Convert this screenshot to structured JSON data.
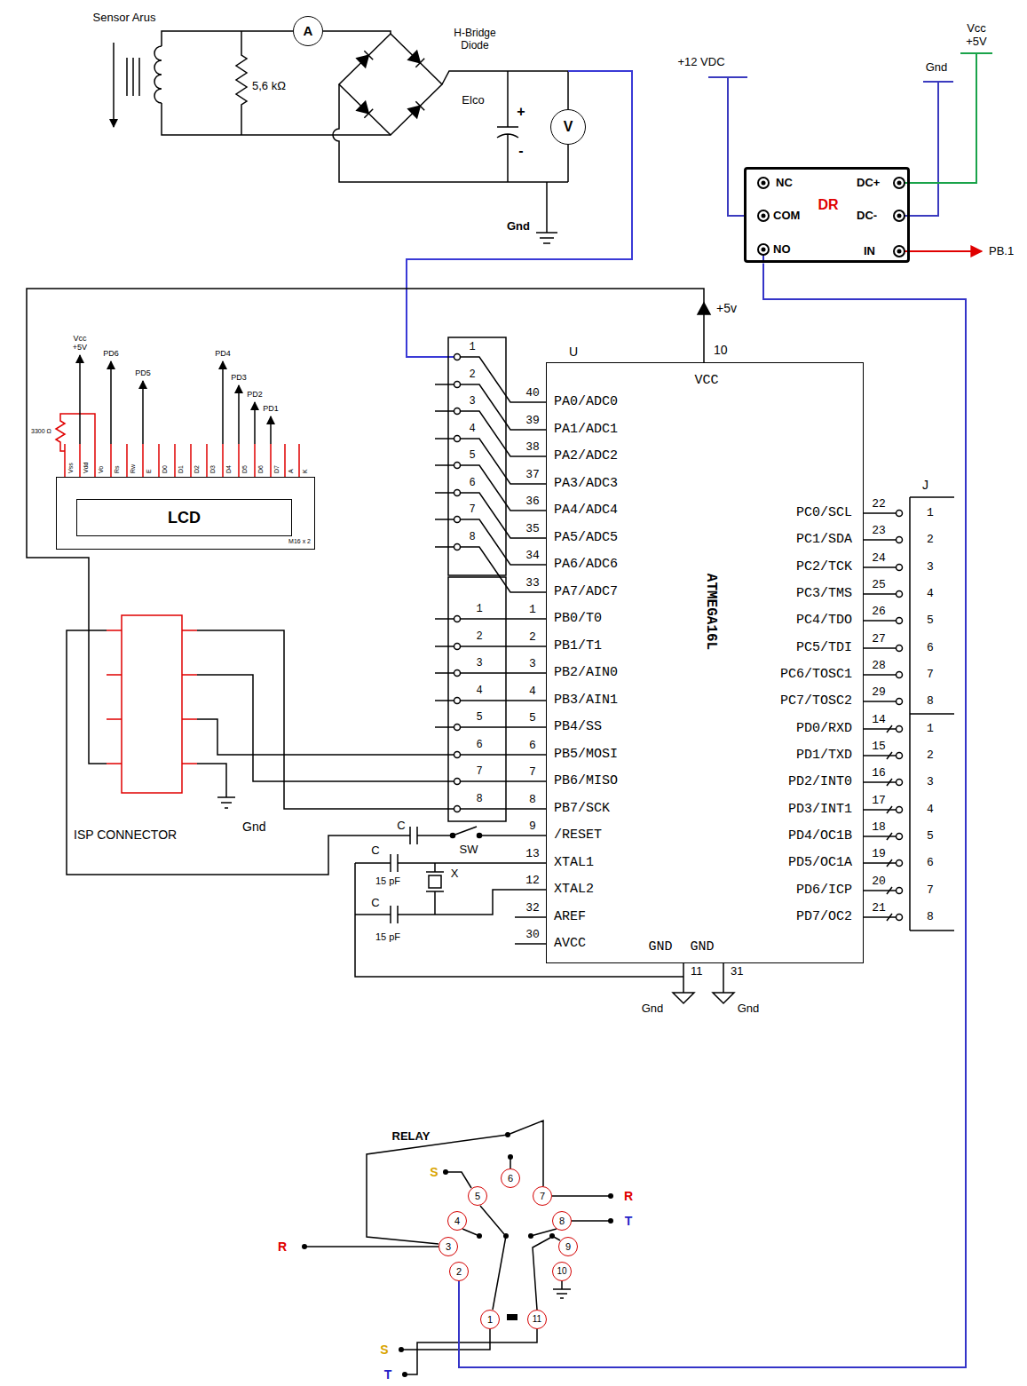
{
  "diagram": {
    "nodes": [
      {
        "text": [
          "A"
        ]
      },
      {
        "text": [
          "V"
        ]
      },
      {
        "text": [
          "NC",
          "COM",
          "NO",
          "DR",
          "DC+",
          "DC-",
          "IN"
        ]
      },
      {
        "text": [
          "M16 x 2"
        ]
      },
      {
        "text": [
          "LCD"
        ],
        "in": 3
      },
      {
        "text": [
          "VCC",
          "PA0/ADC0",
          "PA1/ADC1",
          "PA2/ADC2",
          "PA3/ADC3",
          "PA4/ADC4",
          "PA5/ADC5",
          "PA6/ADC6",
          "PA7/ADC7",
          "PB0/T0",
          "PB1/T1",
          "PB2/AIN0",
          "PB3/AIN1",
          "PB4/SS",
          "PB5/MOSI",
          "PB6/MISO",
          "PB7/SCK",
          "/RESET",
          "XTAL1",
          "XTAL2",
          "AREF",
          "AVCC",
          "PC0/SCL",
          "PC1/SDA",
          "PC2/TCK",
          "PC3/TMS",
          "PC4/TDO",
          "PC5/TDI",
          "PC6/TOSC1",
          "PC7/TOSC2",
          "PD0/RXD",
          "PD1/TXD",
          "PD2/INT0",
          "PD3/INT1",
          "PD4/OC1B",
          "PD5/OC1A",
          "PD6/ICP",
          "PD7/OC2",
          "GND",
          "GND",
          "ATMEGA16L"
        ]
      },
      {
        "text": [
          "1"
        ]
      },
      {
        "text": [
          "2"
        ]
      },
      {
        "text": [
          "3"
        ]
      },
      {
        "text": [
          "4"
        ]
      },
      {
        "text": [
          "5"
        ]
      },
      {
        "text": [
          "6"
        ]
      },
      {
        "text": [
          "7"
        ]
      },
      {
        "text": [
          "8"
        ]
      },
      {
        "text": [
          "9"
        ]
      },
      {
        "text": [
          "10"
        ]
      },
      {
        "text": [
          "11"
        ]
      }
    ],
    "edges": [
      {
        "from": 2,
        "to": 7,
        "arrow": "none"
      }
    ],
    "labels": [
      "Sensor Arus",
      "5,6 kΩ",
      "H-Bridge Diode",
      "Elco",
      "+",
      "-",
      "Gnd",
      "+12 VDC",
      "Gnd",
      "Vcc +5V",
      "PB.1",
      "Vcc +5V",
      "PD6",
      "PD5",
      "PD4",
      "PD3",
      "PD2",
      "PD1",
      "3300 Ω",
      "Vss",
      "Vdd",
      "Vo",
      "Rs",
      "Rw",
      "E",
      "D0",
      "D1",
      "D2",
      "D3",
      "D4",
      "D5",
      "D6",
      "D7",
      "A",
      "K",
      "U",
      "10",
      "+5v",
      "J",
      "40",
      "39",
      "38",
      "37",
      "36",
      "35",
      "34",
      "33",
      "1",
      "2",
      "3",
      "4",
      "5",
      "6",
      "7",
      "8",
      "9",
      "13",
      "12",
      "32",
      "30",
      "22",
      "23",
      "24",
      "25",
      "26",
      "27",
      "28",
      "29",
      "14",
      "15",
      "16",
      "17",
      "18",
      "19",
      "20",
      "21",
      "1",
      "2",
      "3",
      "4",
      "5",
      "6",
      "7",
      "8",
      "1",
      "2",
      "3",
      "4",
      "5",
      "6",
      "7",
      "8",
      "1",
      "2",
      "3",
      "4",
      "5",
      "6",
      "7",
      "8",
      "1",
      "2",
      "3",
      "4",
      "5",
      "6",
      "7",
      "8",
      "C",
      "SW",
      "C",
      "15 pF",
      "X",
      "C",
      "15 pF",
      "11",
      "31",
      "Gnd",
      "Gnd",
      "ISP CONNECTOR",
      "Gnd",
      "RELAY",
      "S",
      "R",
      "R",
      "T",
      "S",
      "T"
    ]
  }
}
